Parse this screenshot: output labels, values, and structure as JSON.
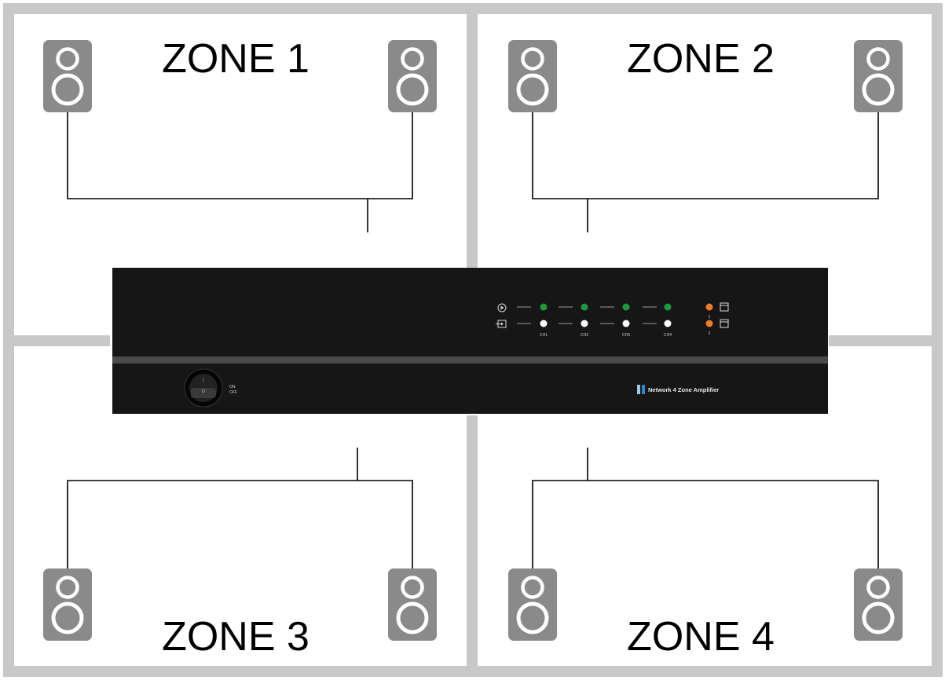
{
  "zones": [
    {
      "label": "ZONE 1"
    },
    {
      "label": "ZONE 2"
    },
    {
      "label": "ZONE 3"
    },
    {
      "label": "ZONE 4"
    }
  ],
  "amplifier": {
    "product_name": "Network 4 Zone Amplifier",
    "power_switch": {
      "on_mark": "I",
      "off_mark": "O",
      "label_on": "ON",
      "label_off": "OFF"
    },
    "channels": [
      {
        "label": "CH1"
      },
      {
        "label": "CH2"
      },
      {
        "label": "CH3"
      },
      {
        "label": "CH4"
      }
    ],
    "indicators": [
      {
        "label": "1"
      },
      {
        "label": "2"
      }
    ],
    "icons": {
      "play": "play-icon",
      "input": "input-icon",
      "storage": "storage-icon"
    },
    "colors": {
      "channel_led": "#1a9a3a",
      "status_led": "#ffffff",
      "indicator_led": "#f07a25",
      "brand_bar_1": "#9ec8e6",
      "brand_bar_2": "#2f86c8"
    }
  },
  "colors": {
    "room_wall": "#c8c8c8",
    "speaker_body": "#8a8a8a",
    "wire": "#000000",
    "chassis": "#161616"
  }
}
